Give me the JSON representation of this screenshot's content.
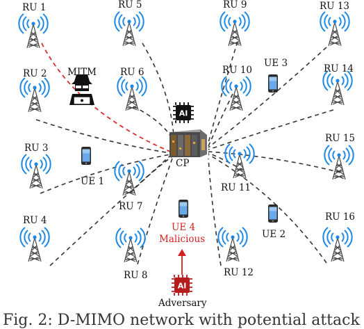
{
  "nodes": {
    "ru1": "RU 1",
    "ru2": "RU 2",
    "ru3": "RU 3",
    "ru4": "RU 4",
    "ru5": "RU 5",
    "ru6": "RU 6",
    "ru7": "RU 7",
    "ru8": "RU 8",
    "ru9": "RU 9",
    "ru10": "RU 10",
    "ru11": "RU 11",
    "ru12": "RU 12",
    "ru13": "RU 13",
    "ru14": "RU 14",
    "ru15": "RU 15",
    "ru16": "RU 16",
    "ue1": "UE 1",
    "ue2": "UE 2",
    "ue3": "UE 3",
    "ue4": "UE 4",
    "ue4_status": "Malicious",
    "mitm": "MITM",
    "cp": "CP",
    "adversary": "Adversary",
    "ai_chip": "AI",
    "ai_adversary": "AI"
  },
  "caption": "Fig. 2: D-MIMO network with potential attack",
  "colors": {
    "normal_link": "#333333",
    "attack_link": "#e02a2a",
    "malicious": "#d42020",
    "antenna_blue": "#1e88e5",
    "adversary_chip": "#b71c1c"
  }
}
